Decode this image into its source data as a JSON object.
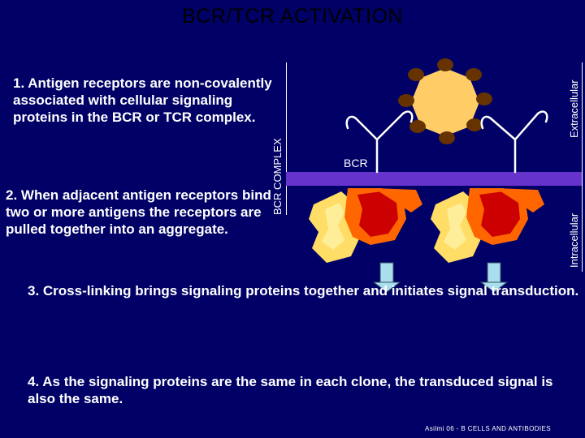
{
  "title": "BCR/TCR ACTIVATION",
  "points": {
    "p1": "1. Antigen receptors are non-covalently associated with cellular signaling proteins in the BCR or TCR complex.",
    "p2": "2. When adjacent antigen receptors bind two or more antigens the receptors are pulled together into an aggregate.",
    "p3": "3. Cross-linking brings signaling proteins together and initiates signal transduction.",
    "p4": "4. As the signaling proteins are the same in each clone, the transduced signal is also the same."
  },
  "labels": {
    "bcr_complex": "BCR COMPLEX",
    "extracellular": "Extracellular",
    "intracellular": "Intracellular",
    "bcr": "BCR"
  },
  "footer": "Asilmi 06 - B CELLS AND ANTIBODIES",
  "colors": {
    "background": "#000066",
    "membrane": "#6633cc",
    "antigen": "#ffcc66",
    "epitope": "#663300",
    "signaling_protein_outer": "#ffdd66",
    "signaling_protein_inner": "#ff6600",
    "receptor_core": "#cc0000",
    "arrow": "#aaddee"
  },
  "icons": {
    "antigen": "antigen-sphere",
    "receptors": "y-shaped-receptor",
    "arrows": "down-arrow"
  }
}
